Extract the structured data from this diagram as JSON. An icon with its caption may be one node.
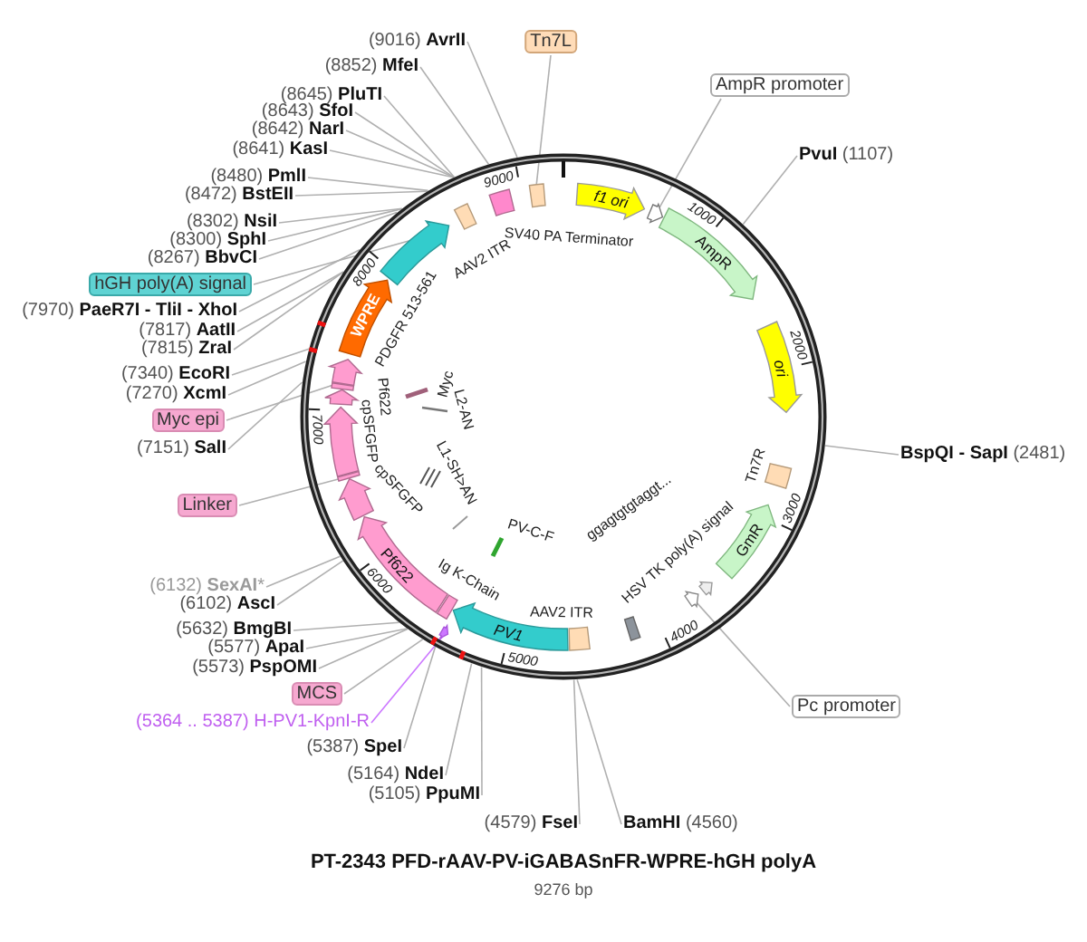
{
  "diagram": {
    "title": "PT-2343 PFD-rAAV-PV-iGABASnFR-WPRE-hGH polyA",
    "caption": "9276 bp",
    "nodes": [
      {
        "text": [
          "(9016) **AvrII**"
        ]
      },
      {
        "text": [
          "(8852) **MfeI**"
        ]
      },
      {
        "text": [
          "(8645) **PluTI**"
        ]
      },
      {
        "text": [
          "(8643) **SfoI**"
        ]
      },
      {
        "text": [
          "(8642) **NarI**"
        ]
      },
      {
        "text": [
          "(8641) **KasI**"
        ]
      },
      {
        "text": [
          "(8480) **PmlI**"
        ]
      },
      {
        "text": [
          "(8472) **BstEII**"
        ]
      },
      {
        "text": [
          "(8302) **NsiI**"
        ]
      },
      {
        "text": [
          "(8300) **SphI**"
        ]
      },
      {
        "text": [
          "(8267) **BbvCI**"
        ]
      },
      {
        "text": [
          "hGH poly(A) signal"
        ]
      },
      {
        "text": [
          "(7970) **PaeR7I - TliI - XhoI**"
        ]
      },
      {
        "text": [
          "(7817) **AatII**"
        ]
      },
      {
        "text": [
          "(7815) **ZraI**"
        ]
      },
      {
        "text": [
          "(7340) **EcoRI**"
        ]
      },
      {
        "text": [
          "(7270) **XcmI**"
        ]
      },
      {
        "text": [
          "Myc epi"
        ]
      },
      {
        "text": [
          "(7151) **SalI**"
        ]
      },
      {
        "text": [
          "Linker"
        ]
      },
      {
        "text": [
          "(6132) **SexAI***"
        ]
      },
      {
        "text": [
          "(6102) **AscI**"
        ]
      },
      {
        "text": [
          "(5632) **BmgBI**"
        ]
      },
      {
        "text": [
          "(5577) **ApaI**"
        ]
      },
      {
        "text": [
          "(5573) **PspOMI**"
        ]
      },
      {
        "text": [
          "MCS"
        ]
      },
      {
        "text": [
          "(5364 .. 5387) H-PV1-KpnI-R"
        ]
      },
      {
        "text": [
          "(5387) **SpeI**"
        ]
      },
      {
        "text": [
          "(5164) **NdeI**"
        ]
      },
      {
        "text": [
          "(5105) **PpuMI**"
        ]
      },
      {
        "text": [
          "(4579) **FseI**"
        ]
      },
      {
        "text": [
          "Tn7L"
        ]
      },
      {
        "text": [
          "AmpR promoter"
        ]
      },
      {
        "text": [
          "**PvuI** (1107)"
        ]
      },
      {
        "text": [
          "**BspQI - SapI** (2481)"
        ]
      },
      {
        "text": [
          "Pc promoter"
        ]
      },
      {
        "text": [
          "**BamHI** (4560)"
        ]
      },
      {
        "text": [],
        "shape": "circle"
      },
      {
        "text": [
          "f1 ori"
        ],
        "in": 37
      },
      {
        "text": [],
        "shape": "arrow",
        "in": 37
      },
      {
        "text": [
          "AmpR"
        ],
        "in": 37
      },
      {
        "text": [
          "ori"
        ],
        "in": 37
      },
      {
        "text": [],
        "shape": "box",
        "beside": [
          "Tn7R"
        ],
        "in": 37
      },
      {
        "text": [
          "GmR"
        ],
        "in": 37
      },
      {
        "text": [],
        "shape": "arrow",
        "beside": [
          "HSV TK poly(A) signal"
        ],
        "in": 37
      },
      {
        "text": [],
        "shape": "arrow",
        "in": 37
      },
      {
        "text": [],
        "shape": "box",
        "in": 37
      },
      {
        "text": [],
        "shape": "box",
        "in": 37
      },
      {
        "text": [
          "PV1"
        ],
        "in": 37
      },
      {
        "text": [],
        "shape": "box",
        "beside": [
          "Ig K-Chain"
        ],
        "in": 37
      },
      {
        "text": [
          "Pf622"
        ],
        "in": 37
      },
      {
        "text": [],
        "shape": "arrow",
        "beside": [
          "cpSFGFP"
        ],
        "in": 37
      },
      {
        "text": [],
        "shape": "box",
        "in": 37
      },
      {
        "text": [],
        "shape": "arrow",
        "beside": [
          "cpSFGFP"
        ],
        "in": 37
      },
      {
        "text": [],
        "shape": "arrow",
        "beside": [
          "Pf622"
        ],
        "in": 37
      },
      {
        "text": [],
        "shape": "box",
        "in": 37
      },
      {
        "text": [],
        "shape": "arrow",
        "in": 37
      },
      {
        "text": [
          "WPRE"
        ],
        "in": 37
      },
      {
        "text": [],
        "shape": "arrow",
        "in": 37
      },
      {
        "text": [],
        "shape": "box",
        "beside": [
          "AAV2 ITR"
        ],
        "in": 37
      },
      {
        "text": [],
        "shape": "box",
        "beside": [
          "SV40 PA Terminator"
        ],
        "in": 37
      },
      {
        "text": [],
        "shape": "box",
        "in": 37
      },
      {
        "text": [],
        "shape": "bar",
        "beside": [
          "Myc"
        ],
        "in": 37
      },
      {
        "text": [],
        "shape": "bar",
        "beside": [
          "L2-AN"
        ],
        "in": 37
      },
      {
        "text": [],
        "shape": "bar",
        "beside": [
          "L1-SH>AN"
        ],
        "in": 37
      },
      {
        "text": [],
        "shape": "bar",
        "in": 37
      },
      {
        "text": [],
        "shape": "bar",
        "beside": [
          "PV-C-F",
          "ggagtgtgtaggt..."
        ],
        "in": 37
      },
      {
        "text": [],
        "shape": "arrow",
        "in": 37
      }
    ],
    "edges": [
      {
        "from": 0,
        "to": 37,
        "arrow": "none"
      },
      {
        "from": 1,
        "to": 37,
        "arrow": "none"
      },
      {
        "from": 2,
        "to": 37,
        "arrow": "none"
      },
      {
        "from": 3,
        "to": 37,
        "arrow": "none"
      },
      {
        "from": 4,
        "to": 37,
        "arrow": "none"
      },
      {
        "from": 5,
        "to": 37,
        "arrow": "none"
      },
      {
        "from": 6,
        "to": 37,
        "arrow": "none"
      },
      {
        "from": 7,
        "to": 37,
        "arrow": "none"
      },
      {
        "from": 8,
        "to": 37,
        "arrow": "none"
      },
      {
        "from": 9,
        "to": 37,
        "arrow": "none"
      },
      {
        "from": 10,
        "to": 37,
        "arrow": "none"
      },
      {
        "from": 11,
        "to": 58,
        "arrow": "none"
      },
      {
        "from": 12,
        "to": 37,
        "arrow": "none"
      },
      {
        "from": 13,
        "to": 37,
        "arrow": "none"
      },
      {
        "from": 14,
        "to": 37,
        "arrow": "none"
      },
      {
        "from": 15,
        "to": 37,
        "arrow": "none"
      },
      {
        "from": 16,
        "to": 37,
        "arrow": "none"
      },
      {
        "from": 17,
        "to": 55,
        "arrow": "none"
      },
      {
        "from": 18,
        "to": 37,
        "arrow": "none"
      },
      {
        "from": 19,
        "to": 52,
        "arrow": "none"
      },
      {
        "from": 20,
        "to": 37,
        "arrow": "none"
      },
      {
        "from": 21,
        "to": 37,
        "arrow": "none"
      },
      {
        "from": 22,
        "to": 37,
        "arrow": "none"
      },
      {
        "from": 23,
        "to": 37,
        "arrow": "none"
      },
      {
        "from": 24,
        "to": 37,
        "arrow": "none"
      },
      {
        "from": 25,
        "to": 37,
        "arrow": "none"
      },
      {
        "from": 26,
        "to": 67,
        "arrow": "none",
        "color": "#cc77ff"
      },
      {
        "from": 27,
        "to": 37,
        "arrow": "none"
      },
      {
        "from": 28,
        "to": 37,
        "arrow": "none"
      },
      {
        "from": 29,
        "to": 37,
        "arrow": "none"
      },
      {
        "from": 30,
        "to": 37,
        "arrow": "none"
      },
      {
        "from": 31,
        "to": 61,
        "arrow": "none"
      },
      {
        "from": 32,
        "to": 39,
        "arrow": "none"
      },
      {
        "from": 33,
        "to": 37,
        "arrow": "none"
      },
      {
        "from": 34,
        "to": 37,
        "arrow": "none"
      },
      {
        "from": 35,
        "to": 45,
        "arrow": "none"
      },
      {
        "from": 36,
        "to": 37,
        "arrow": "none"
      }
    ],
    "labels": [
      "9000",
      "1000",
      "8000",
      "PDGFR 513-561",
      "2000",
      "7000",
      "3000",
      "6000",
      "AAV2 ITR",
      "4000",
      "5000"
    ]
  }
}
